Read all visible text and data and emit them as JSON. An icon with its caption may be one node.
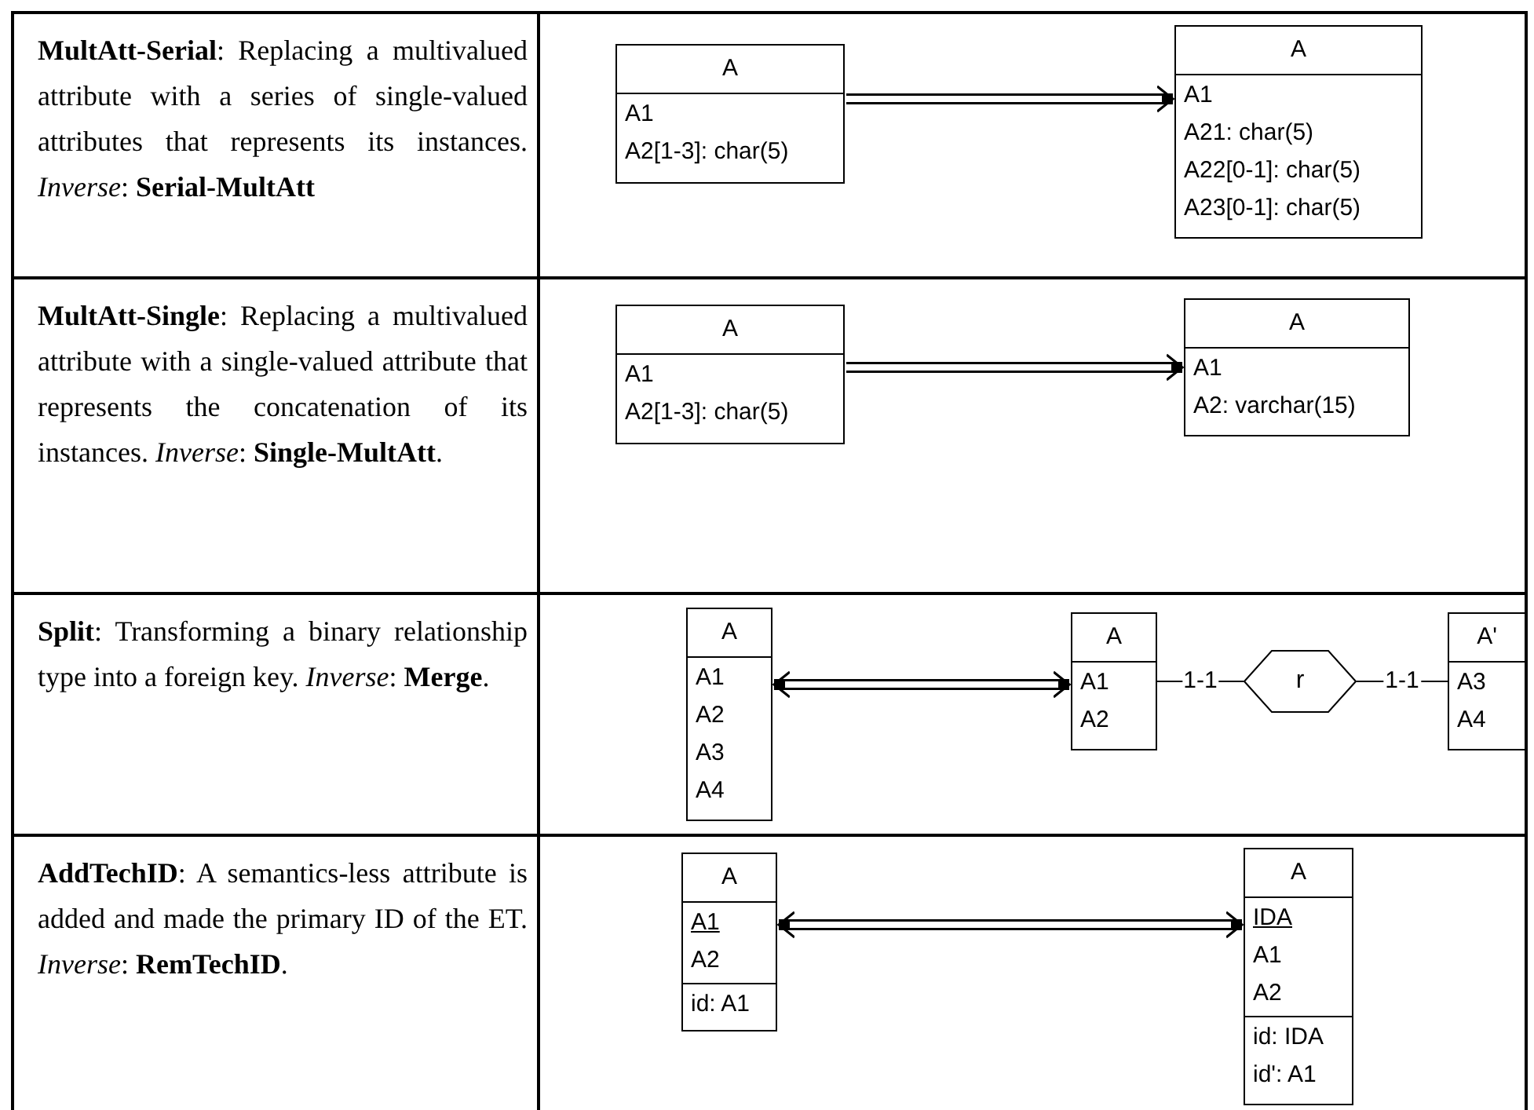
{
  "diagram": {
    "nodes": [
      {
        "text": [
          "A",
          "A1",
          "A2[1-3]: char(5)"
        ]
      },
      {
        "text": [
          "A",
          "A1",
          "A21: char(5)",
          "A22[0-1]: char(5)",
          "A23[0-1]: char(5)"
        ]
      },
      {
        "text": [
          "A",
          "A1",
          "A2[1-3]: char(5)"
        ]
      },
      {
        "text": [
          "A",
          "A1",
          "A2: varchar(15)"
        ]
      },
      {
        "text": [
          "A",
          "A1",
          "A2",
          "A3",
          "A4"
        ]
      },
      {
        "text": [
          "A",
          "A1",
          "A2"
        ]
      },
      {
        "text": [
          "r"
        ]
      },
      {
        "text": [
          "A'",
          "A3",
          "A4"
        ]
      },
      {
        "text": [
          "A",
          "A1",
          "A2",
          "id: A1"
        ]
      },
      {
        "text": [
          "A",
          "IDA",
          "A1",
          "A2",
          "id: IDA",
          "id': A1"
        ]
      }
    ],
    "edges": [
      {
        "from": 0,
        "to": 1,
        "arrow": "to"
      },
      {
        "from": 2,
        "to": 3,
        "arrow": "to"
      },
      {
        "from": 4,
        "to": 5,
        "arrow": "both"
      },
      {
        "from": 5,
        "to": 6,
        "arrow": "none",
        "label": "1-1"
      },
      {
        "from": 6,
        "to": 7,
        "arrow": "none",
        "label": "1-1"
      },
      {
        "from": 8,
        "to": 9,
        "arrow": "both"
      }
    ],
    "labels": [
      "**MultAtt-Serial**: Replacing a multivalued attribute with a series of single-valued attributes that represents its instances. *Inverse*: **Serial-MultAtt**",
      "**MultAtt-Single**: Replacing a multivalued attribute with a single-valued attribute that represents the concatenation of its instances. *Inverse*: **Single-MultAtt**.",
      "**Split**: Transforming a binary relationship type into a foreign key. *Inverse*: **Merge**.",
      "**AddTechID**: A semantics-less attribute is added and made the primary ID of the ET. *Inverse*: **RemTechID**."
    ]
  }
}
